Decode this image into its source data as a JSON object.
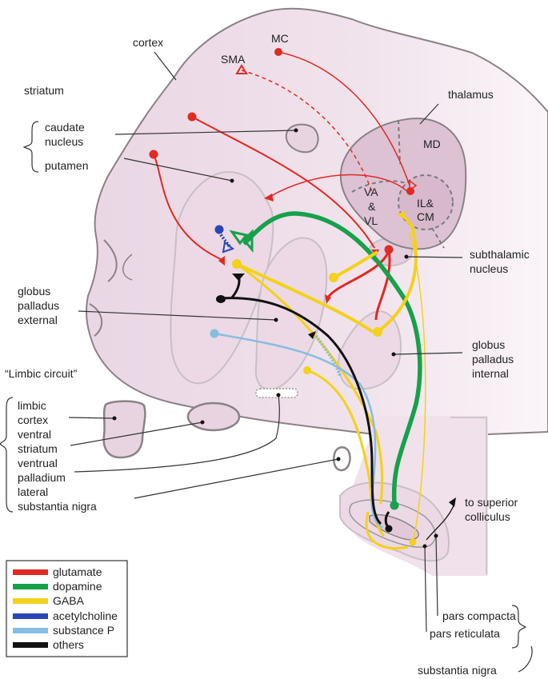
{
  "labels": {
    "cortex": "cortex",
    "mc": "MC",
    "sma": "SMA",
    "thalamus": "thalamus",
    "md": "MD",
    "va": "VA",
    "amp": "&",
    "vl": "VL",
    "il": "IL&",
    "cm": "CM",
    "striatum": "striatum",
    "caudate_1": "caudate",
    "caudate_2": "nucleus",
    "putamen": "putamen",
    "subthalamic_1": "subthalamic",
    "subthalamic_2": "nucleus",
    "gpe_1": "globus",
    "gpe_2": "palladus",
    "gpe_3": "external",
    "gpi_1": "globus",
    "gpi_2": "palladus",
    "gpi_3": "internal",
    "limbic_circuit": "“Limbic circuit”",
    "limbic_1": "limbic",
    "limbic_2": "cortex",
    "limbic_3": "ventral",
    "limbic_4": "striatum",
    "limbic_5": "ventrual",
    "limbic_6": "palladium",
    "limbic_7": "lateral",
    "limbic_8": "substantia nigra",
    "superior_1": "to superior",
    "superior_2": "colliculus",
    "pars_compacta": "pars compacta",
    "pars_reticulata": "pars reticulata",
    "substantia_nigra": "substantia nigra"
  },
  "legend": [
    {
      "label": "glutamate",
      "color": "#e02a22"
    },
    {
      "label": "dopamine",
      "color": "#16a14a"
    },
    {
      "label": "GABA",
      "color": "#f4d11a"
    },
    {
      "label": "acetylcholine",
      "color": "#2a45b4"
    },
    {
      "label": "substance P",
      "color": "#86bde0"
    },
    {
      "label": "others",
      "color": "#111111"
    }
  ]
}
